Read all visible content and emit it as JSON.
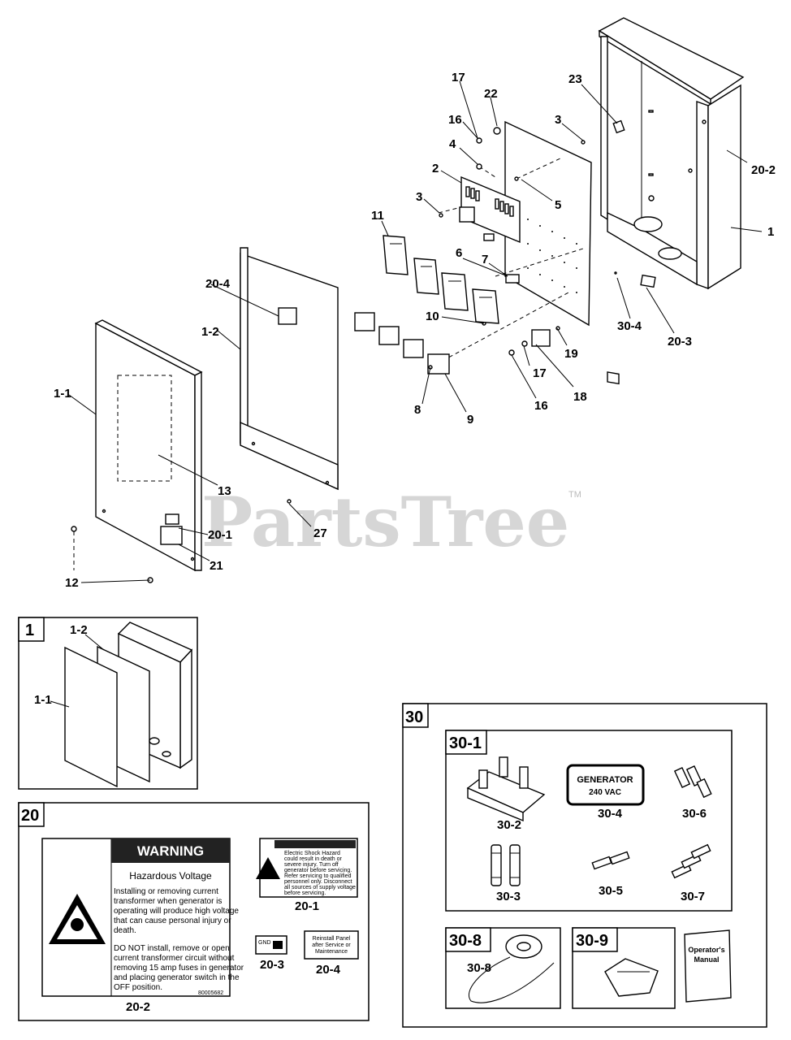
{
  "watermark": {
    "text": "PartsTree",
    "tm": "TM"
  },
  "callouts": {
    "c17a": "17",
    "c22": "22",
    "c23": "23",
    "c16a": "16",
    "c3a": "3",
    "c4": "4",
    "c2": "2",
    "c20_2": "20-2",
    "c5": "5",
    "c3b": "3",
    "c11": "11",
    "c1": "1",
    "c6": "6",
    "c7": "7",
    "c20_4": "20-4",
    "c1_2": "1-2",
    "c10": "10",
    "c30_4": "30-4",
    "c20_3": "20-3",
    "c19": "19",
    "c17b": "17",
    "c18": "18",
    "c1_1": "1-1",
    "c8": "8",
    "c16b": "16",
    "c9": "9",
    "c13": "13",
    "c20_1": "20-1",
    "c27": "27",
    "c21": "21",
    "c12": "12"
  },
  "section_1": {
    "num": "1",
    "l1_2": "1-2",
    "l1_1": "1-1"
  },
  "section_20": {
    "num": "20",
    "warning_word": "WARNING",
    "hazard_title": "Hazardous Voltage",
    "para1": [
      "Installing or removing current",
      "transformer when generator is",
      "operating will produce high voltage",
      "that can cause personal injury or",
      "death."
    ],
    "para2": [
      "DO NOT install, remove or open",
      "current transformer circuit without",
      "removing 15 amp fuses in generator",
      "and placing generator switch in the",
      "OFF position."
    ],
    "part_code": "80005682",
    "l20_2": "20-2",
    "l20_1": "20-1",
    "decal1_lines": [
      "Electric Shock Hazard",
      "could result in death or",
      "severe injury. Turn off",
      "generator before servicing.",
      "Refer servicing to qualified",
      "personnel only. Disconnect",
      "all sources of supply voltage",
      "before servicing."
    ],
    "gnd_text": "GND",
    "l20_3": "20-3",
    "decal4_lines": [
      "Reinstall Panel",
      "after Service or",
      "Maintenance"
    ],
    "l20_4": "20-4"
  },
  "section_30": {
    "num": "30",
    "sub30_1": "30-1",
    "generator_label": "GENERATOR",
    "voltage_label": "240 VAC",
    "l30_2": "30-2",
    "l30_4": "30-4",
    "l30_6": "30-6",
    "l30_3": "30-3",
    "l30_5": "30-5",
    "l30_7": "30-7",
    "sub30_8": "30-8",
    "sub30_9": "30-9",
    "manual_title": [
      "Operator's",
      "Manual"
    ]
  }
}
